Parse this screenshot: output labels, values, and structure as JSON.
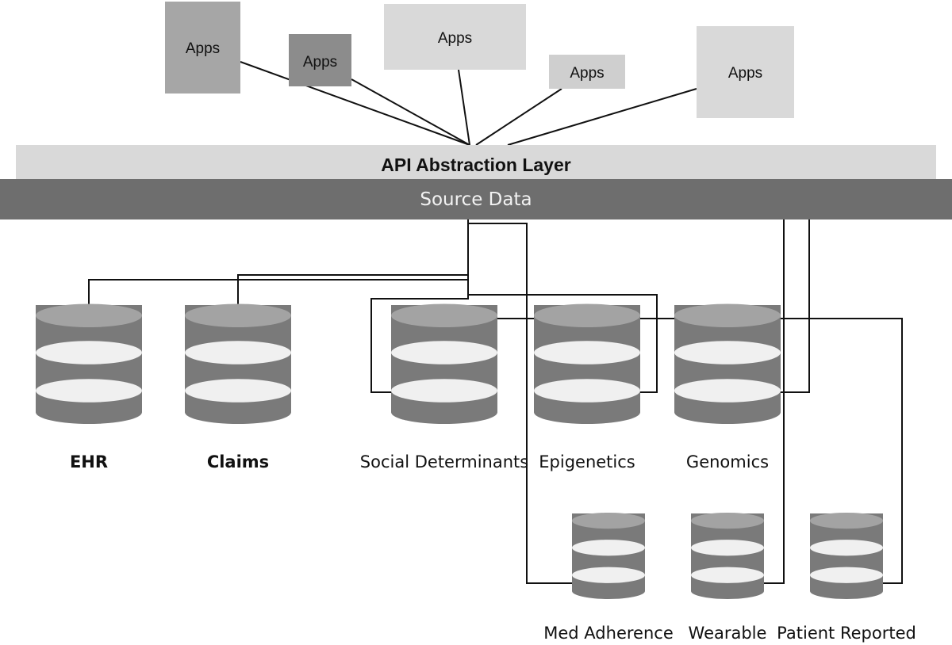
{
  "apps": [
    {
      "label": "Apps",
      "shade": "#a6a6a6"
    },
    {
      "label": "Apps",
      "shade": "#8c8c8c"
    },
    {
      "label": "Apps",
      "shade": "#d9d9d9"
    },
    {
      "label": "Apps",
      "shade": "#cfcfcf"
    },
    {
      "label": "Apps",
      "shade": "#d9d9d9"
    }
  ],
  "api_layer": {
    "label": "API Abstraction Layer",
    "color": "#d9d9d9"
  },
  "source_data": {
    "label": "Source Data",
    "color": "#6e6e6e"
  },
  "databases": [
    {
      "label": "EHR",
      "bold": true
    },
    {
      "label": "Claims",
      "bold": true
    },
    {
      "label": "Social Determinants",
      "bold": false
    },
    {
      "label": "Epigenetics",
      "bold": false
    },
    {
      "label": "Genomics",
      "bold": false
    },
    {
      "label": "Med Adherence",
      "bold": false
    },
    {
      "label": "Wearable",
      "bold": false
    },
    {
      "label": "Patient Reported",
      "bold": false
    }
  ],
  "colors": {
    "db_body": "#7a7a7a",
    "db_top": "#a3a3a3",
    "db_band": "#f0f0f0",
    "line": "#111111"
  }
}
